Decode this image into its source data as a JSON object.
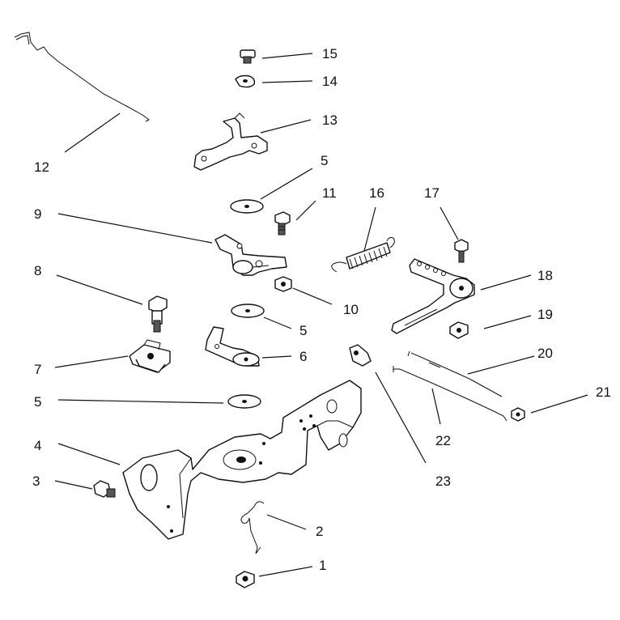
{
  "diagram": {
    "callouts": [
      {
        "label": "1"
      },
      {
        "label": "2"
      },
      {
        "label": "3"
      },
      {
        "label": "4"
      },
      {
        "label": "5"
      },
      {
        "label": "5"
      },
      {
        "label": "5"
      },
      {
        "label": "6"
      },
      {
        "label": "7"
      },
      {
        "label": "8"
      },
      {
        "label": "9"
      },
      {
        "label": "10"
      },
      {
        "label": "11"
      },
      {
        "label": "12"
      },
      {
        "label": "13"
      },
      {
        "label": "14"
      },
      {
        "label": "15"
      },
      {
        "label": "16"
      },
      {
        "label": "17"
      },
      {
        "label": "18"
      },
      {
        "label": "19"
      },
      {
        "label": "20"
      },
      {
        "label": "21"
      },
      {
        "label": "22"
      },
      {
        "label": "23"
      }
    ]
  }
}
